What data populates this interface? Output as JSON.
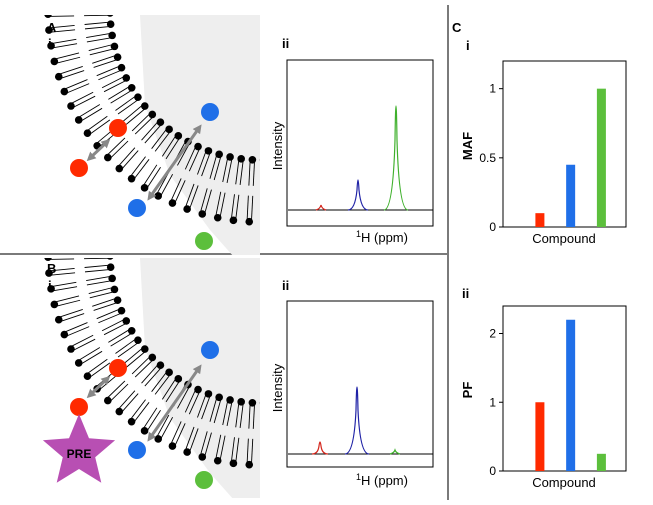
{
  "panels": {
    "A": {
      "label": "A",
      "sub_i": "i",
      "sub_ii": "ii"
    },
    "B": {
      "label": "B",
      "sub_i": "i",
      "sub_ii": "ii",
      "star_text": "PRE"
    },
    "C": {
      "label": "C",
      "sub_i": "i",
      "sub_ii": "ii"
    }
  },
  "spectra": {
    "ylabel": "Intensity",
    "xlabel_sup": "1",
    "xlabel_rest": "H (ppm)"
  },
  "colors": {
    "red": "#ff2a00",
    "blue": "#1f6fe8",
    "green": "#5cbf3c",
    "star": "#b84fb3",
    "membrane_fill": "#eeeeee",
    "arrow": "#888888",
    "divider": "#7a7a7a",
    "spec_red": "#d4271d",
    "spec_blue": "#1f22a6",
    "spec_green": "#3fb02c"
  },
  "chart_data": [
    {
      "type": "bar",
      "panel": "C-i",
      "categories": [
        "red",
        "blue",
        "green"
      ],
      "values": [
        0.1,
        0.45,
        1.0
      ],
      "colors": [
        "#ff2a00",
        "#1f6fe8",
        "#5cbf3c"
      ],
      "xlabel": "Compound",
      "ylabel": "MAF",
      "ylim": [
        0,
        1.2
      ],
      "yticks": [
        "0",
        "0.5",
        "1"
      ]
    },
    {
      "type": "bar",
      "panel": "C-ii",
      "categories": [
        "red",
        "blue",
        "green"
      ],
      "values": [
        1.0,
        2.2,
        0.25
      ],
      "colors": [
        "#ff2a00",
        "#1f6fe8",
        "#5cbf3c"
      ],
      "xlabel": "Compound",
      "ylabel": "PF",
      "ylim": [
        0,
        2.4
      ],
      "yticks": [
        "0",
        "1",
        "2"
      ]
    }
  ]
}
